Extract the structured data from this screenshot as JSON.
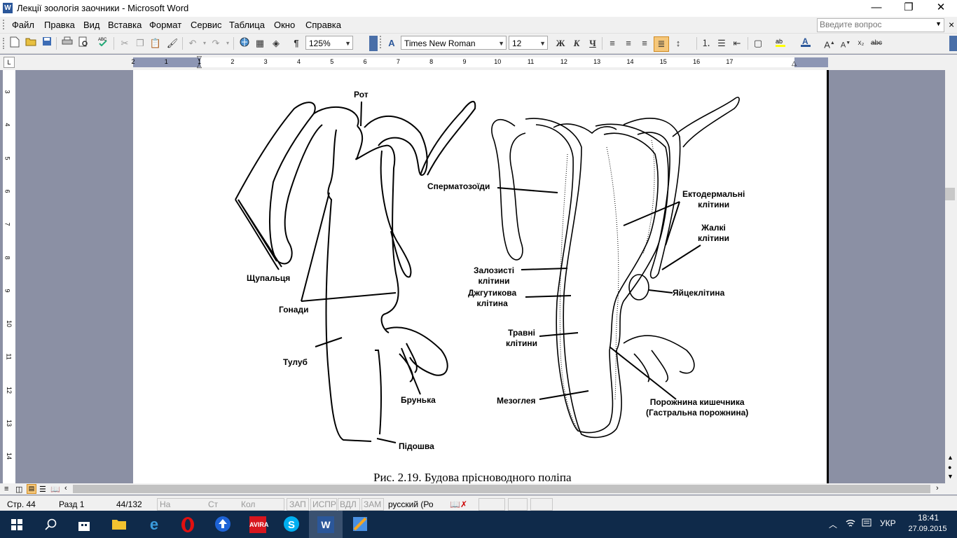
{
  "window": {
    "title": "Лекції зоологія заочники - Microsoft Word",
    "app_icon_letter": "W",
    "controls": {
      "minimize": "—",
      "maximize": "❐",
      "close": "✕"
    }
  },
  "menu": {
    "items": [
      "Файл",
      "Правка",
      "Вид",
      "Вставка",
      "Формат",
      "Сервис",
      "Таблица",
      "Окно",
      "Справка"
    ],
    "help_placeholder": "Введите вопрос",
    "close_doc": "×"
  },
  "toolbar": {
    "zoom": "125%",
    "font_name": "Times New Roman",
    "font_size": "12",
    "bold": "Ж",
    "italic": "К",
    "underline": "Ч",
    "pilcrow": "¶"
  },
  "ruler": {
    "h_numbers": [
      "2",
      "1",
      "1",
      "2",
      "3",
      "4",
      "5",
      "6",
      "7",
      "8",
      "9",
      "10",
      "11",
      "12",
      "13",
      "14",
      "15",
      "16",
      "17"
    ],
    "v_numbers": [
      "3",
      "4",
      "5",
      "6",
      "7",
      "8",
      "9",
      "10",
      "11",
      "12",
      "13",
      "14"
    ]
  },
  "figure": {
    "labels": {
      "mouth": "Рот",
      "tentacles": "Щупальця",
      "gonads": "Гонади",
      "body": "Тулуб",
      "bud": "Брунька",
      "sole": "Підошва",
      "spermatozoa": "Сперматозоїди",
      "ectoderm_cells": "Ектодермальні\nклітини",
      "stinging_cells": "Жалкі\nклітини",
      "glandular_cells": "Залозисті\nклітини",
      "flagellar_cell": "Джгутикова\nклітина",
      "egg_cell": "Яйцеклітина",
      "digestive_cells": "Травні\nклітини",
      "mesoglea": "Мезоглея",
      "gut_cavity": "Порожнина кишечника\n(Гастральна порожнина)"
    },
    "caption": "Рис. 2.19. Будова прісноводного поліпа"
  },
  "status": {
    "page": "Стр. 44",
    "section": "Разд 1",
    "pages": "44/132",
    "at": "На",
    "line": "Ст",
    "col": "Кол",
    "rec": "ЗАП",
    "trk": "ИСПР",
    "ext": "ВДЛ",
    "ovr": "ЗАМ",
    "language": "русский (Ро"
  },
  "taskbar": {
    "language": "УКР",
    "time": "18:41",
    "date": "27.09.2015"
  },
  "colors": {
    "taskbar": "#0f2a4a",
    "workspace": "#8b90a4",
    "word_blue": "#2b579a"
  }
}
